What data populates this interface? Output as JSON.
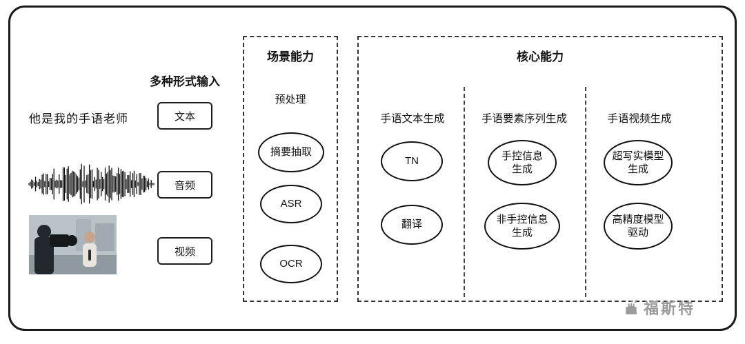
{
  "input_section": {
    "title": "多种形式输入",
    "text_example": "他是我的手语老师",
    "labels": {
      "text": "文本",
      "audio": "音频",
      "video": "视频"
    }
  },
  "scene_section": {
    "title": "场景能力",
    "subtitle": "预处理",
    "nodes": [
      "摘要抽取",
      "ASR",
      "OCR"
    ]
  },
  "core_section": {
    "title": "核心能力",
    "columns": [
      {
        "header": "手语文本生成",
        "nodes": [
          "TN",
          "翻译"
        ]
      },
      {
        "header": "手语要素序列生成",
        "nodes": [
          "手控信息\n生成",
          "非手控信息\n生成"
        ]
      },
      {
        "header": "手语视频生成",
        "nodes": [
          "超写实模型\n生成",
          "高精度模型\n驱动"
        ]
      }
    ]
  },
  "watermark": {
    "text": "福斯特"
  },
  "colors": {
    "line": "#1a1a1a",
    "watermark": "#9b9b9b"
  }
}
